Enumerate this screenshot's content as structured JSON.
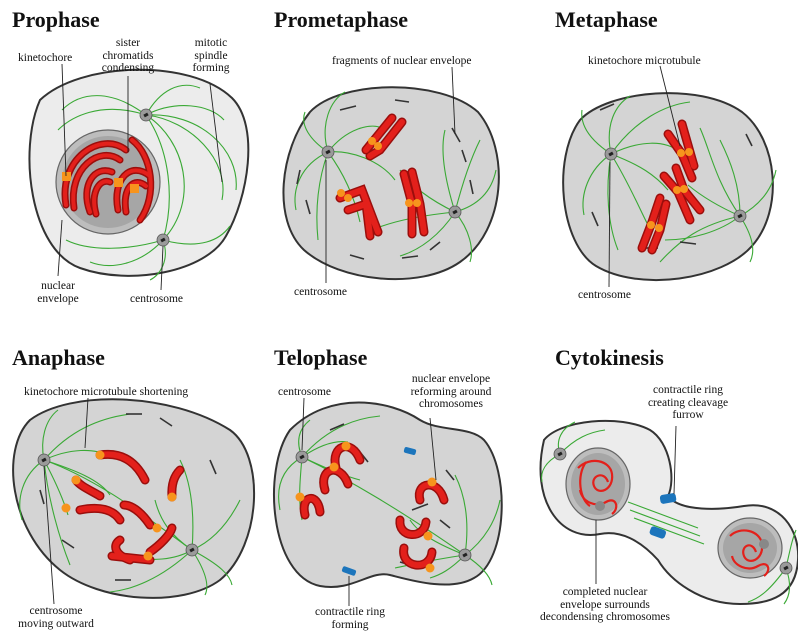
{
  "phases": {
    "prophase": {
      "title": "Prophase",
      "labels": {
        "kinetochore": "kinetochore",
        "sister_chromatids": [
          "sister",
          "chromatids",
          "condensing"
        ],
        "mitotic_spindle": [
          "mitotic",
          "spindle",
          "forming"
        ],
        "nuclear_envelope": [
          "nuclear",
          "envelope"
        ],
        "centrosome": "centrosome"
      }
    },
    "prometaphase": {
      "title": "Prometaphase",
      "labels": {
        "fragments": "fragments of nuclear envelope",
        "centrosome": "centrosome"
      }
    },
    "metaphase": {
      "title": "Metaphase",
      "labels": {
        "kinetochore_microtubule": "kinetochore microtubule",
        "centrosome": "centrosome"
      }
    },
    "anaphase": {
      "title": "Anaphase",
      "labels": {
        "shortening": "kinetochore microtubule shortening",
        "centrosome_moving": [
          "centrosome",
          "moving outward"
        ]
      }
    },
    "telophase": {
      "title": "Telophase",
      "labels": {
        "centrosome": "centrosome",
        "envelope_reforming": [
          "nuclear envelope",
          "reforming around",
          "chromosomes"
        ],
        "contractile_ring": [
          "contractile ring",
          "forming"
        ]
      }
    },
    "cytokinesis": {
      "title": "Cytokinesis",
      "labels": {
        "cleavage": [
          "contractile ring",
          "creating cleavage",
          "furrow"
        ],
        "completed": [
          "completed nuclear",
          "envelope surrounds",
          "decondensing chromosomes"
        ]
      }
    }
  },
  "colors": {
    "cell_fill": "#d4d4d4",
    "cell_light_fill": "#ececec",
    "nucleus_fill": "#a6a6a6",
    "chromosome": "#e3201b",
    "chromosome_dark": "#9b0e0c",
    "kinetochore": "#f7941d",
    "spindle": "#3aa935",
    "centrosome": "#9a9a9a",
    "contractile_ring": "#1c75bc",
    "outline": "#333333"
  }
}
